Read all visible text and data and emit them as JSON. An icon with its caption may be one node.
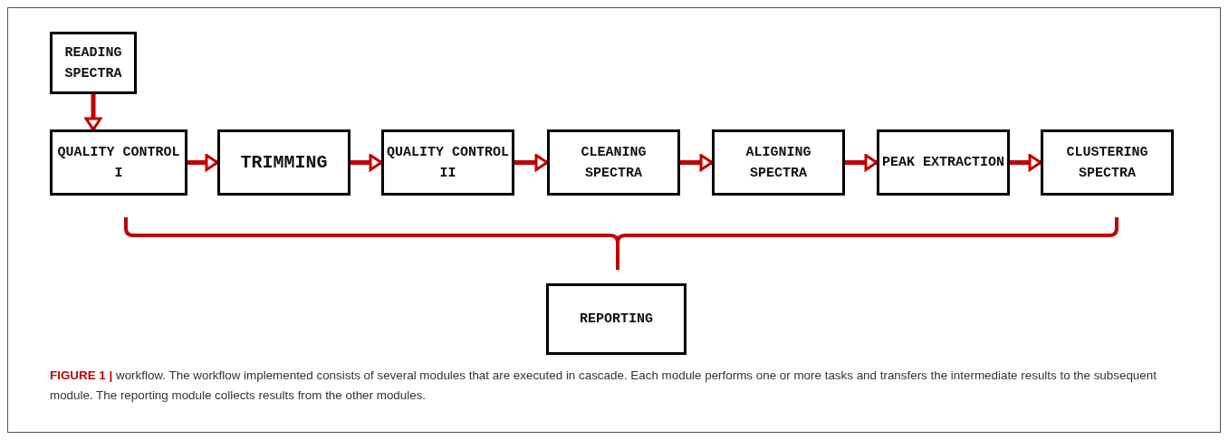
{
  "diagram": {
    "caption": "**FIGURE 1 |** workflow. The workflow implemented consists of several modules that are executed in cascade. Each module performs one or more tasks and transfers the intermediate results to the subsequent module. The reporting module collects results from the other modules.",
    "nodes": [
      {
        "text": [
          "READING SPECTRA"
        ]
      },
      {
        "text": [
          "QUALITY CONTROL I"
        ]
      },
      {
        "text": [
          "TRIMMING"
        ]
      },
      {
        "text": [
          "QUALITY CONTROL II"
        ]
      },
      {
        "text": [
          "CLEANING SPECTRA"
        ]
      },
      {
        "text": [
          "ALIGNING SPECTRA"
        ]
      },
      {
        "text": [
          "PEAK EXTRACTION"
        ]
      },
      {
        "text": [
          "CLUSTERING SPECTRA"
        ]
      },
      {
        "text": [
          "REPORTING"
        ]
      }
    ],
    "edges": [
      {
        "from": 0,
        "to": 1,
        "arrow": "to"
      },
      {
        "from": 1,
        "to": 2,
        "arrow": "to"
      },
      {
        "from": 2,
        "to": 3,
        "arrow": "to"
      },
      {
        "from": 3,
        "to": 4,
        "arrow": "to"
      },
      {
        "from": 4,
        "to": 5,
        "arrow": "to"
      },
      {
        "from": 5,
        "to": 6,
        "arrow": "to"
      },
      {
        "from": 6,
        "to": 7,
        "arrow": "to"
      }
    ]
  }
}
